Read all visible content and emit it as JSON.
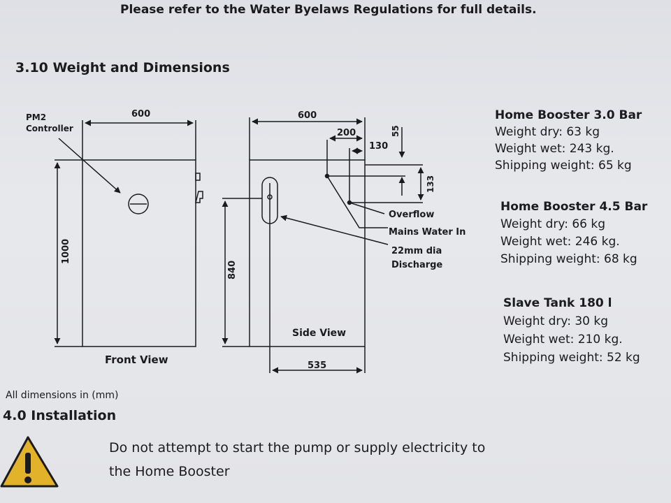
{
  "header": {
    "notice": "Please refer to the Water Byelaws Regulations for full details."
  },
  "section_weight": {
    "heading": "3.10 Weight and Dimensions"
  },
  "front_view": {
    "label": "Front View",
    "controller_label_line1": "PM2",
    "controller_label_line2": "Controller",
    "width_dim": "600",
    "height_dim": "1000"
  },
  "side_view": {
    "label": "Side View",
    "width_dim": "600",
    "depth_dim": "535",
    "height_dim": "840",
    "offset_200": "200",
    "offset_130": "130",
    "offset_55": "55",
    "offset_133": "133",
    "callouts": {
      "overflow": "Overflow",
      "mains": "Mains Water In",
      "discharge_line1": "22mm dia",
      "discharge_line2": "Discharge"
    }
  },
  "specs": [
    {
      "title": "Home Booster 3.0 Bar",
      "weight_dry": "Weight dry: 63 kg",
      "weight_wet": "Weight wet: 243 kg.",
      "shipping": "Shipping weight: 65 kg"
    },
    {
      "title": "Home Booster 4.5 Bar",
      "weight_dry": "Weight dry: 66 kg",
      "weight_wet": "Weight wet: 246 kg.",
      "shipping": "Shipping weight: 68 kg"
    },
    {
      "title": "Slave Tank 180 l",
      "weight_dry": "Weight dry: 30 kg",
      "weight_wet": "Weight wet: 210 kg.",
      "shipping": "Shipping weight: 52 kg"
    }
  ],
  "dimensions_note": "All dimensions in (mm)",
  "section_install": {
    "heading": "4.0 Installation",
    "warning_line1": "Do not attempt to start the pump or supply electricity to",
    "warning_line2": "the Home Booster",
    "warning_icon": "warning-triangle-icon",
    "warning_color": "#e2b22b"
  }
}
